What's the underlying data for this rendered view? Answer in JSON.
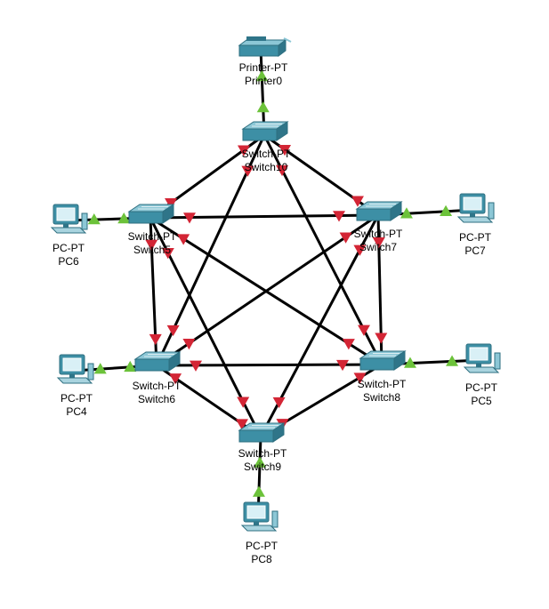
{
  "colors": {
    "link": "#000000",
    "status_down": "#d32535",
    "status_up": "#6cc23a",
    "device_teal": "#3d8fa5",
    "device_light": "#8cc7d6",
    "label": "#000000"
  },
  "devices": [
    {
      "id": "printer0",
      "kind": "printer",
      "icon": "printer-icon",
      "type_label": "Printer-PT",
      "name": "Printer0"
    },
    {
      "id": "switch10",
      "kind": "switch",
      "icon": "switch-icon",
      "type_label": "Switch-PT",
      "name": "Switch10"
    },
    {
      "id": "switch5",
      "kind": "switch",
      "icon": "switch-icon",
      "type_label": "Switch-PT",
      "name": "Switch5"
    },
    {
      "id": "switch7",
      "kind": "switch",
      "icon": "switch-icon",
      "type_label": "Switch-PT",
      "name": "Switch7"
    },
    {
      "id": "switch6",
      "kind": "switch",
      "icon": "switch-icon",
      "type_label": "Switch-PT",
      "name": "Switch6"
    },
    {
      "id": "switch8",
      "kind": "switch",
      "icon": "switch-icon",
      "type_label": "Switch-PT",
      "name": "Switch8"
    },
    {
      "id": "switch9",
      "kind": "switch",
      "icon": "switch-icon",
      "type_label": "Switch-PT",
      "name": "Switch9"
    },
    {
      "id": "pc6",
      "kind": "pc",
      "icon": "pc-icon",
      "type_label": "PC-PT",
      "name": "PC6"
    },
    {
      "id": "pc7",
      "kind": "pc",
      "icon": "pc-icon",
      "type_label": "PC-PT",
      "name": "PC7"
    },
    {
      "id": "pc4",
      "kind": "pc",
      "icon": "pc-icon",
      "type_label": "PC-PT",
      "name": "PC4"
    },
    {
      "id": "pc5",
      "kind": "pc",
      "icon": "pc-icon",
      "type_label": "PC-PT",
      "name": "PC5"
    },
    {
      "id": "pc8",
      "kind": "pc",
      "icon": "pc-icon",
      "type_label": "PC-PT",
      "name": "PC8"
    }
  ],
  "links": [
    {
      "from": "printer0",
      "to": "switch10",
      "status": "up"
    },
    {
      "from": "pc6",
      "to": "switch5",
      "status": "up"
    },
    {
      "from": "pc7",
      "to": "switch7",
      "status": "up"
    },
    {
      "from": "pc4",
      "to": "switch6",
      "status": "up"
    },
    {
      "from": "pc5",
      "to": "switch8",
      "status": "up"
    },
    {
      "from": "pc8",
      "to": "switch9",
      "status": "up"
    },
    {
      "from": "switch10",
      "to": "switch5",
      "status": "down"
    },
    {
      "from": "switch10",
      "to": "switch7",
      "status": "down"
    },
    {
      "from": "switch10",
      "to": "switch6",
      "status": "down"
    },
    {
      "from": "switch10",
      "to": "switch8",
      "status": "down"
    },
    {
      "from": "switch5",
      "to": "switch7",
      "status": "down"
    },
    {
      "from": "switch5",
      "to": "switch6",
      "status": "down"
    },
    {
      "from": "switch5",
      "to": "switch8",
      "status": "down"
    },
    {
      "from": "switch5",
      "to": "switch9",
      "status": "down"
    },
    {
      "from": "switch7",
      "to": "switch6",
      "status": "down"
    },
    {
      "from": "switch7",
      "to": "switch8",
      "status": "down"
    },
    {
      "from": "switch7",
      "to": "switch9",
      "status": "down"
    },
    {
      "from": "switch6",
      "to": "switch8",
      "status": "down"
    },
    {
      "from": "switch6",
      "to": "switch9",
      "status": "down"
    },
    {
      "from": "switch8",
      "to": "switch9",
      "status": "down"
    }
  ]
}
